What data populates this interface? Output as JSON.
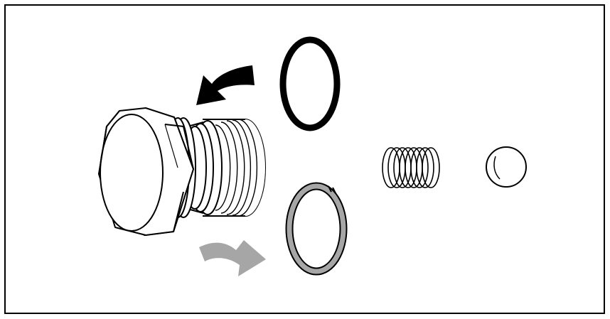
{
  "parts": [
    {
      "id": "plug",
      "icon": "hex-plug-icon"
    },
    {
      "id": "o-ring",
      "icon": "o-ring-icon"
    },
    {
      "id": "backup-ring",
      "icon": "split-backup-ring-icon"
    },
    {
      "id": "spring",
      "icon": "coil-spring-icon"
    },
    {
      "id": "ball",
      "icon": "check-ball-icon"
    }
  ],
  "arrows": [
    {
      "id": "install-o-ring",
      "icon": "curved-arrow-icon",
      "color": "#000000"
    },
    {
      "id": "install-backup-ring",
      "icon": "curved-arrow-icon",
      "color": "#a6a6a6"
    }
  ],
  "colors": {
    "outline": "#000000",
    "background": "#ffffff",
    "backup_ring_fill": "#a6a6a6"
  }
}
